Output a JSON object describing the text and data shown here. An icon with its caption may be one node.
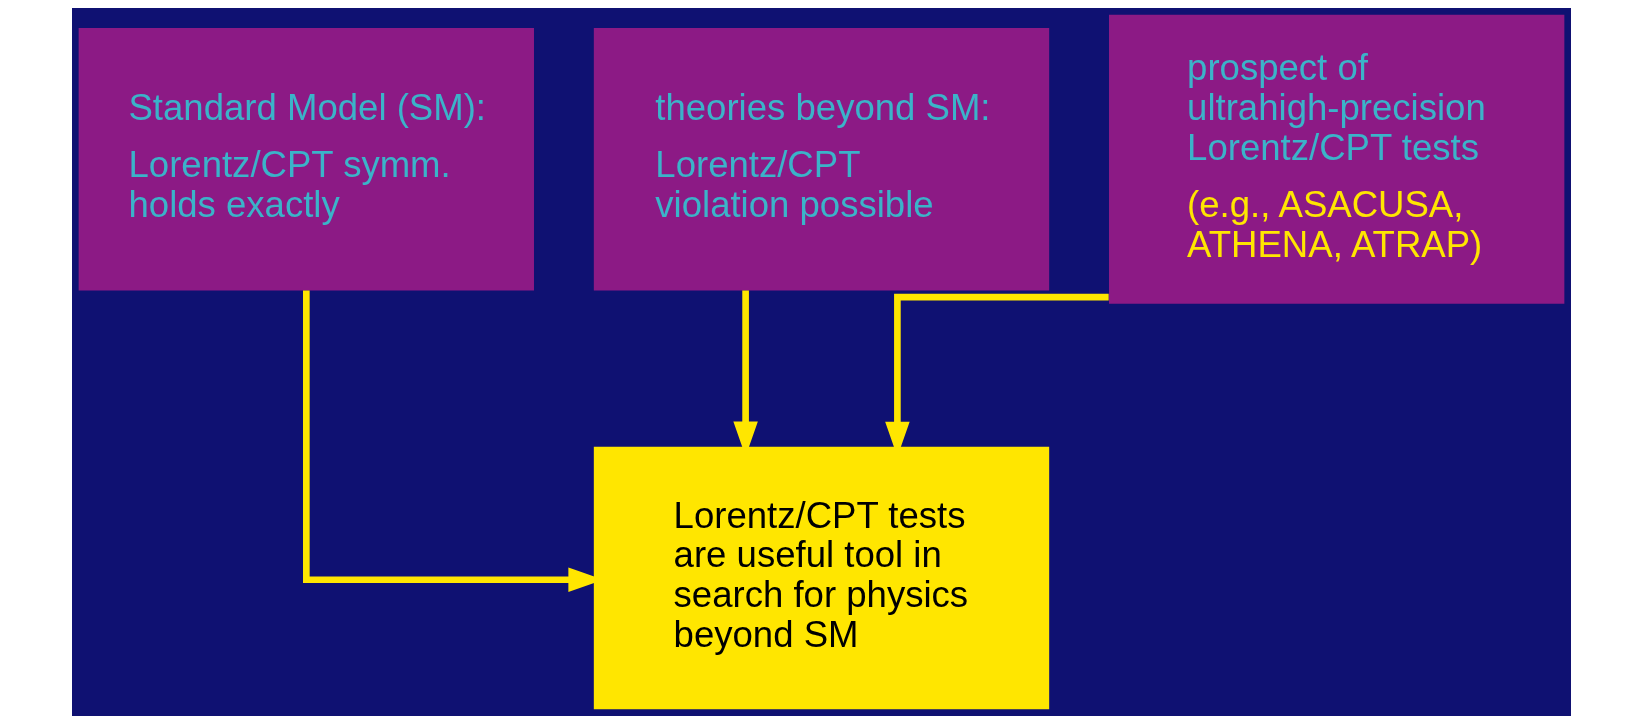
{
  "diagram": {
    "nodes": [
      {
        "text": [
          "Standard Model (SM):",
          "Lorentz/CPT symm. holds exactly"
        ]
      },
      {
        "text": [
          "theories beyond SM:",
          "Lorentz/CPT violation possible"
        ]
      },
      {
        "text": [
          "prospect of ultrahigh-precision Lorentz/CPT tests",
          "(e.g., ASACUSA, ATHENA, ATRAP)"
        ]
      },
      {
        "text": [
          "Lorentz/CPT tests are useful tool in search for physics beyond SM"
        ]
      }
    ],
    "edges": [
      {
        "from": 0,
        "to": 3,
        "arrow": "to"
      },
      {
        "from": 1,
        "to": 3,
        "arrow": "to"
      },
      {
        "from": 2,
        "to": 3,
        "arrow": "to"
      }
    ]
  }
}
